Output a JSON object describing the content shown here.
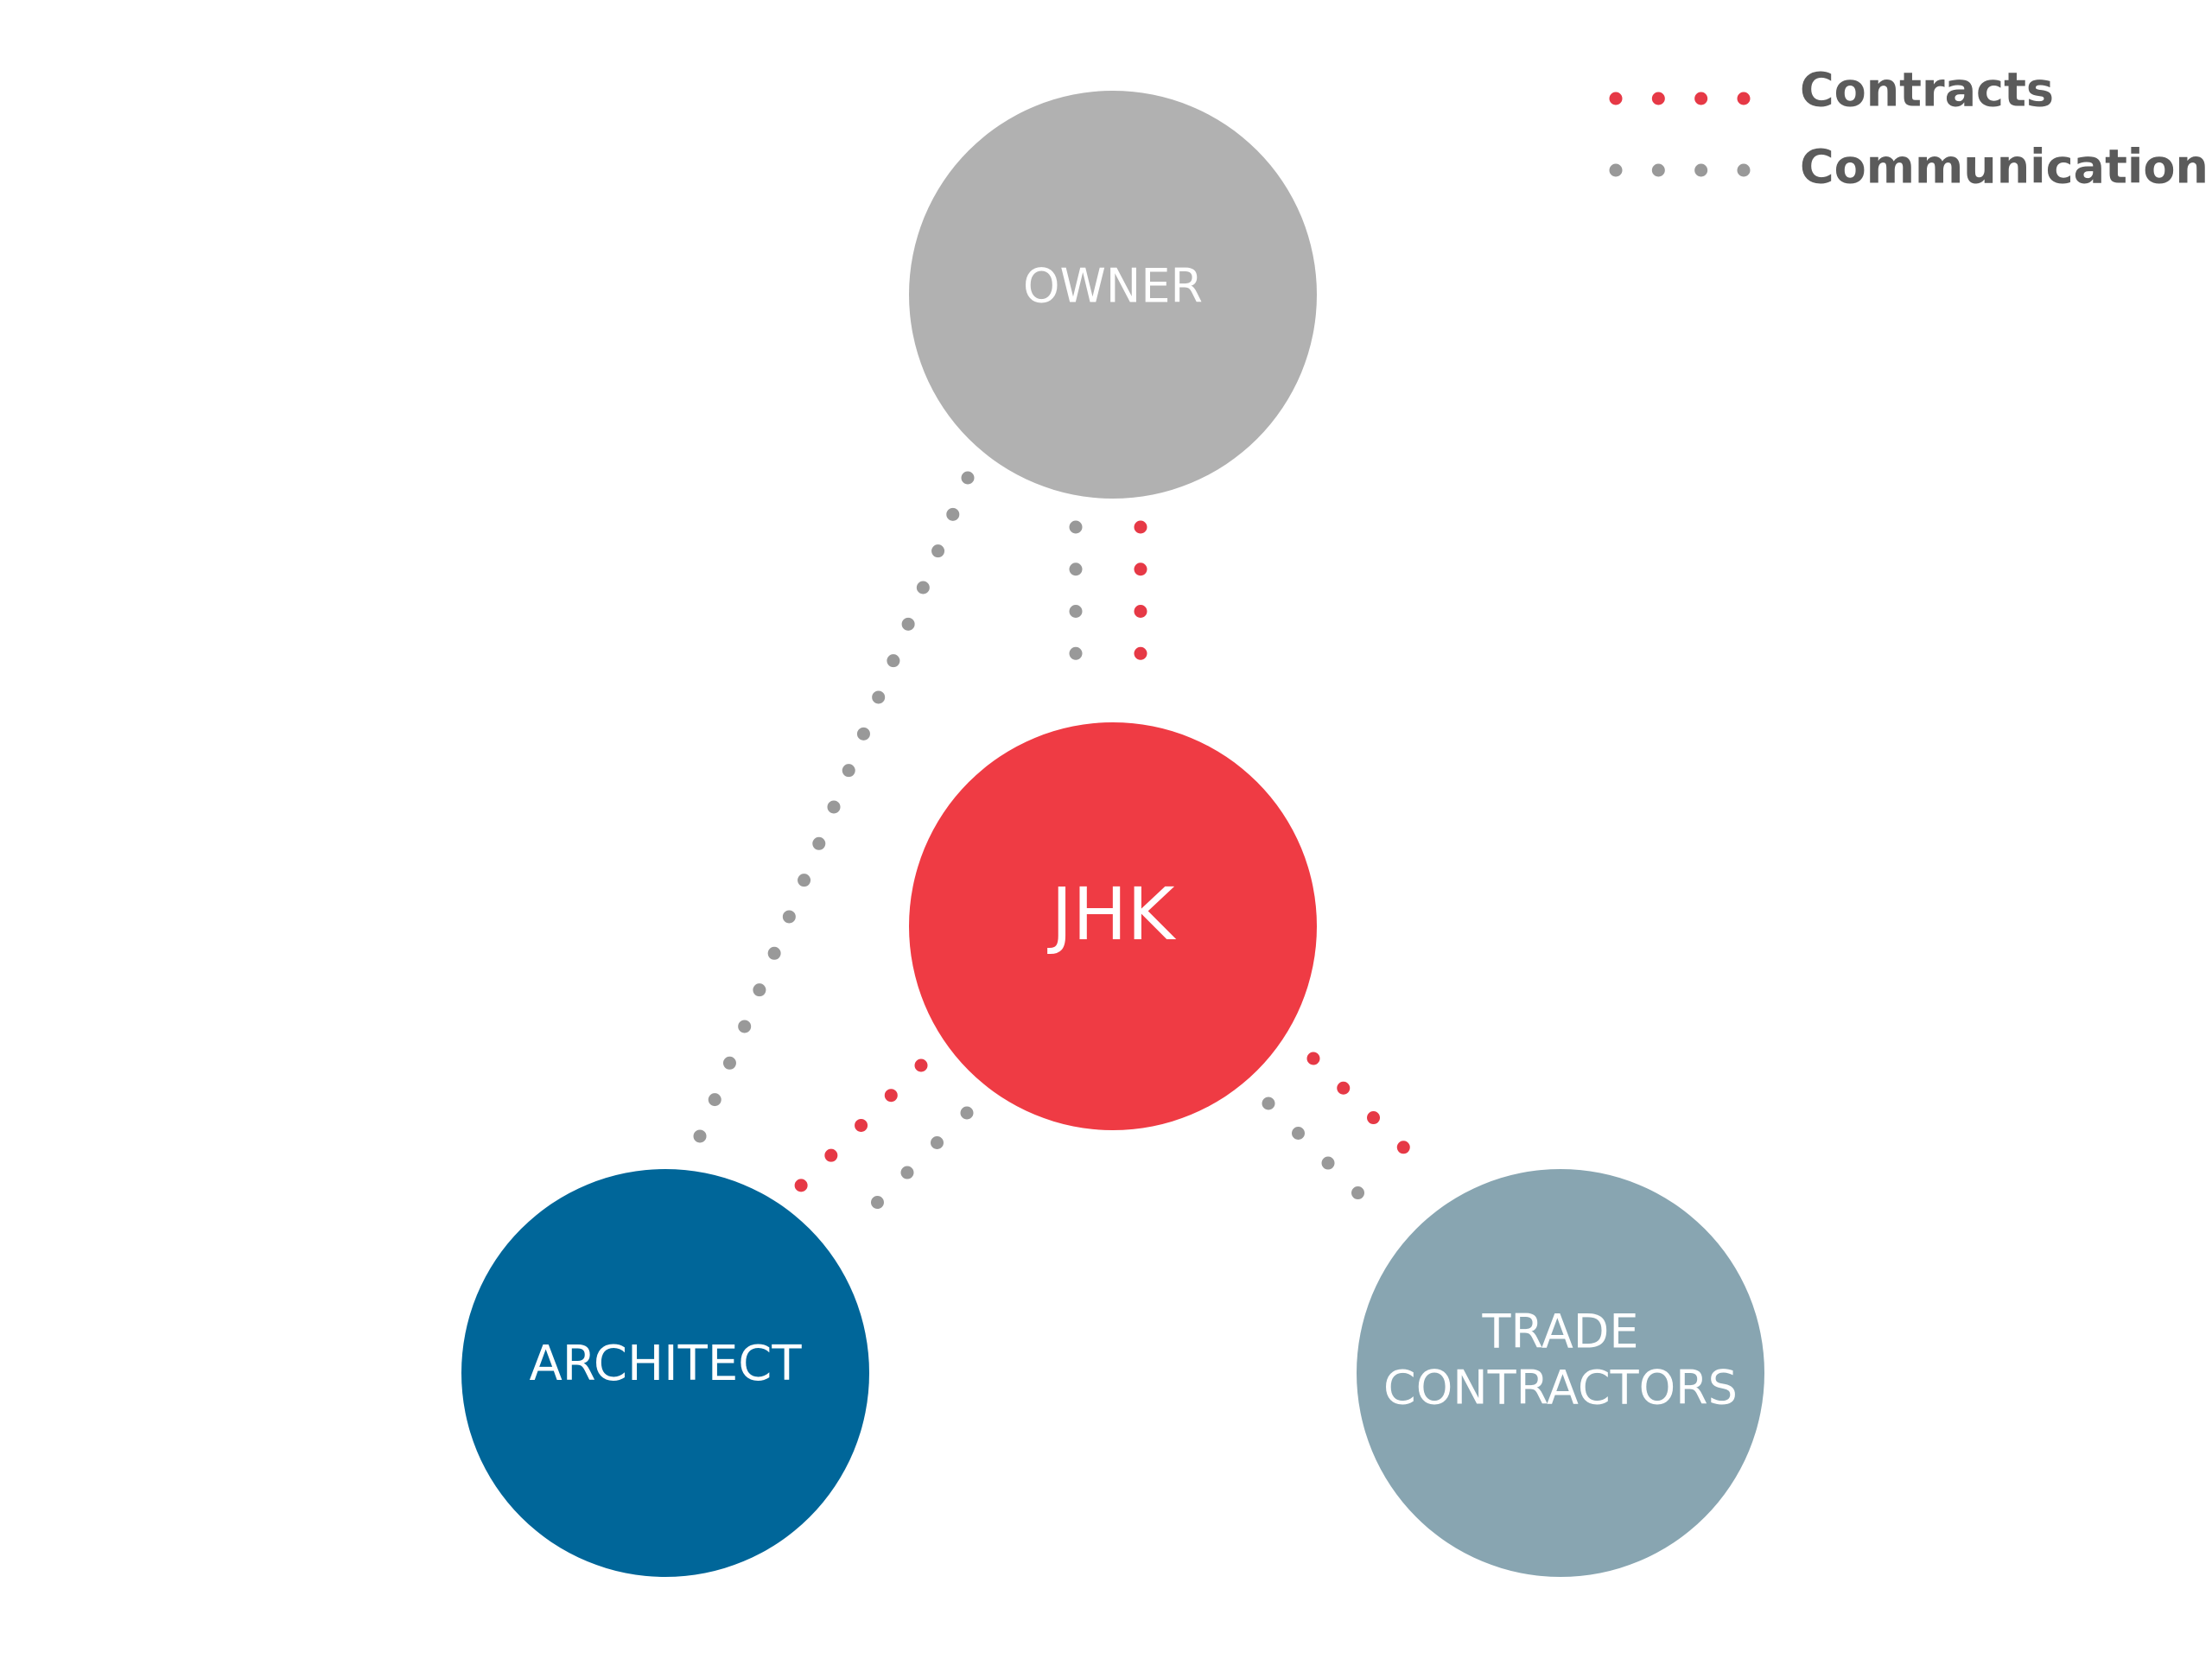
{
  "legend": {
    "items": [
      {
        "label": "Contracts",
        "color": "#e63946"
      },
      {
        "label": "Communication",
        "color": "#999999"
      }
    ]
  },
  "nodes": {
    "owner": {
      "label": "OWNER",
      "color": "#b1b1b1"
    },
    "jhk": {
      "label": "JHK",
      "color": "#ef3b44"
    },
    "architect": {
      "label": "ARCHITECT",
      "color": "#006699"
    },
    "trade_contractors": {
      "label_line1": "TRADE",
      "label_line2": "CONTRACTORS",
      "color": "#88a5b1"
    }
  },
  "relationships": [
    {
      "from": "OWNER",
      "to": "JHK",
      "type": "Contracts"
    },
    {
      "from": "OWNER",
      "to": "JHK",
      "type": "Communication"
    },
    {
      "from": "OWNER",
      "to": "ARCHITECT",
      "type": "Communication"
    },
    {
      "from": "JHK",
      "to": "ARCHITECT",
      "type": "Contracts"
    },
    {
      "from": "JHK",
      "to": "ARCHITECT",
      "type": "Communication"
    },
    {
      "from": "JHK",
      "to": "TRADE CONTRACTORS",
      "type": "Contracts"
    },
    {
      "from": "JHK",
      "to": "TRADE CONTRACTORS",
      "type": "Communication"
    }
  ]
}
